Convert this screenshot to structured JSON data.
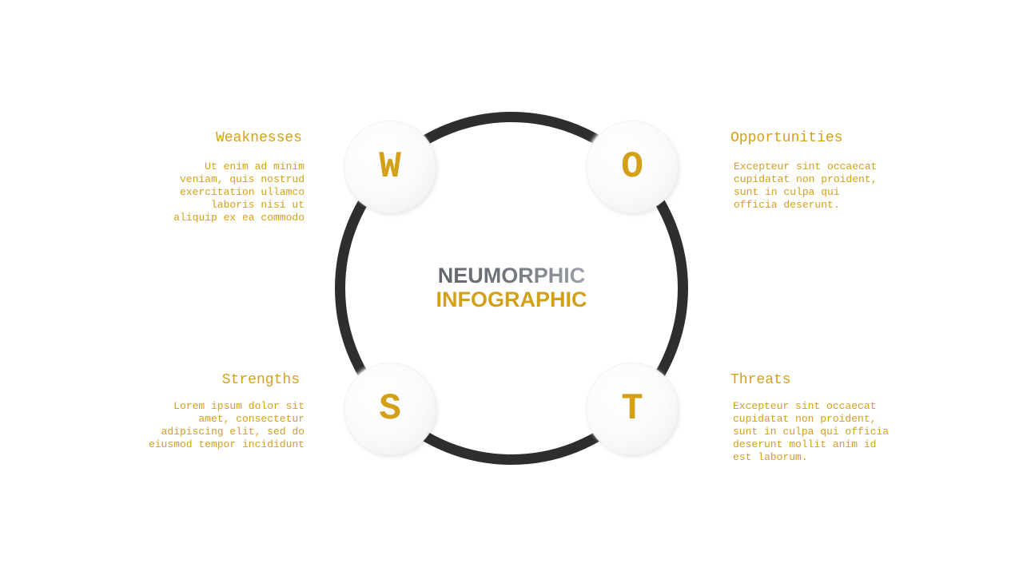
{
  "colors": {
    "accent": "#d4a017",
    "ring": "#2e2e2e",
    "node_bg": "#f7f7f7",
    "title_gray": "#6b6f76"
  },
  "center": {
    "line1": "NEUMORPHIC",
    "line2": "INFOGRAPHIC"
  },
  "nodes": [
    {
      "letter": "W",
      "title": "Weaknesses",
      "text": "Ut enim ad minim\nveniam, quis nostrud\nexercitation ullamco\nlaboris nisi ut\naliquip ex ea commodo"
    },
    {
      "letter": "O",
      "title": "Opportunities",
      "text": "Excepteur sint occaecat\ncupidatat non proident,\nsunt in culpa qui\nofficia deserunt."
    },
    {
      "letter": "S",
      "title": "Strengths",
      "text": "Lorem ipsum dolor sit\namet, consectetur\nadipiscing elit, sed do\neiusmod tempor incididunt"
    },
    {
      "letter": "T",
      "title": "Threats",
      "text": "Excepteur sint occaecat\ncupidatat non proident,\nsunt in culpa qui officia\ndeserunt mollit anim id\nest laborum."
    }
  ]
}
